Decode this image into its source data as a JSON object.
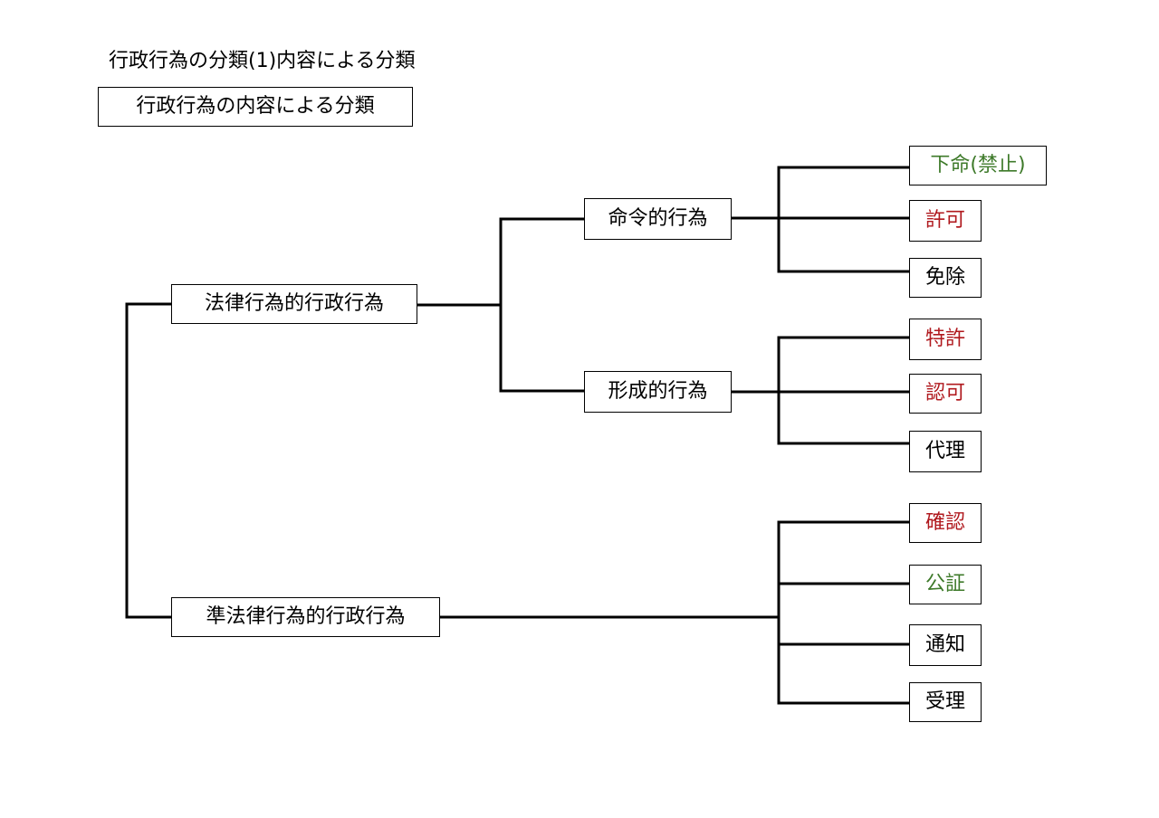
{
  "title": "行政行為の分類(1)内容による分類",
  "subtitle": "行政行為の内容による分類",
  "nodes": {
    "houritsu": "法律行為的行政行為",
    "jun_houritsu": "準法律行為的行政行為",
    "meirei": "命令的行為",
    "keisei": "形成的行為",
    "kamei": "下命(禁止)",
    "kyoka": "許可",
    "menjo": "免除",
    "tokkyo": "特許",
    "ninka": "認可",
    "dairi": "代理",
    "kakunin": "確認",
    "koushou": "公証",
    "tsuuchi": "通知",
    "juri": "受理"
  },
  "colors": {
    "red": "#b0191e",
    "green": "#3e7a2a",
    "black": "#000000"
  }
}
